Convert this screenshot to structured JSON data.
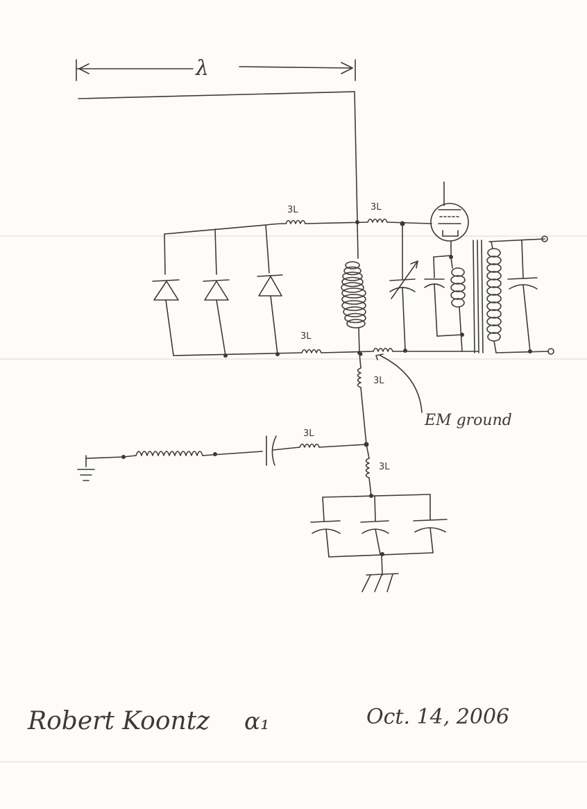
{
  "colors": {
    "paper": "#fdfcf9",
    "pencil": "#3d3a36",
    "fold_line": "#e6e3dc"
  },
  "diagram": {
    "wavelength_symbol": "λ",
    "inductor_label": "3L",
    "annotation_em_ground": "EM ground",
    "ground_symbol_icon": "ground-icon",
    "chassis_ground_icon": "chassis-ground-icon"
  },
  "footer": {
    "author": "Robert Koontz",
    "figure_id": "α₁",
    "date": "Oct. 14, 2006"
  }
}
